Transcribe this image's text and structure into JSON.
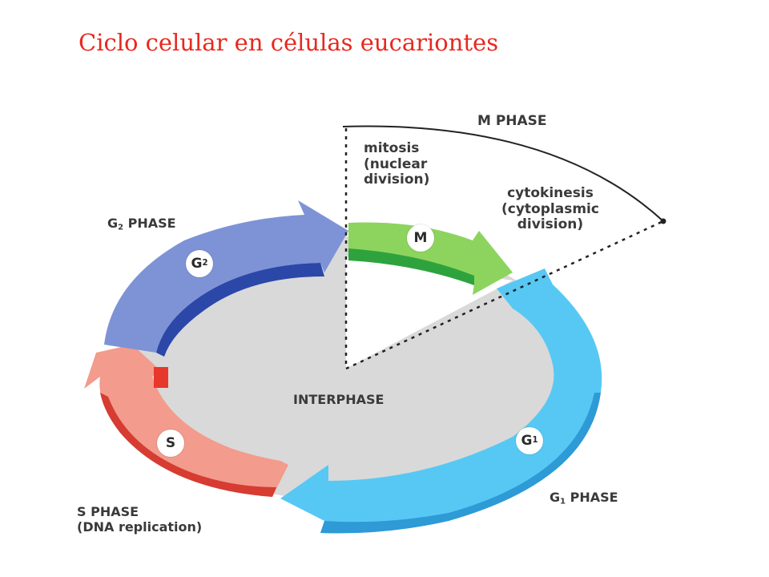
{
  "title": "Ciclo celular en células eucariontes",
  "labels": {
    "m_phase": "M PHASE",
    "mitosis": [
      "mitosis",
      "(nuclear",
      "division)"
    ],
    "cytokinesis": [
      "cytokinesis",
      "(cytoplasmic",
      "division)"
    ],
    "g2_phase": "G",
    "g2_phase_sub": "2",
    "g2_phase_rest": " PHASE",
    "interphase": "INTERPHASE",
    "s_phase": [
      "S PHASE",
      "(DNA replication)"
    ],
    "g1_phase": "G",
    "g1_phase_sub": "1",
    "g1_phase_rest": " PHASE"
  },
  "badges": {
    "m": "M",
    "g2": "G",
    "g2_sub": "2",
    "s": "S",
    "g1": "G",
    "g1_sub": "1"
  },
  "colors": {
    "title": "#e8281f",
    "m_phase": "#7ccc4a",
    "g1_phase": "#57c8f4",
    "s_phase": "#f0675a",
    "g2_phase": "#5f7bc9",
    "interphase": "#d9d9d9"
  }
}
